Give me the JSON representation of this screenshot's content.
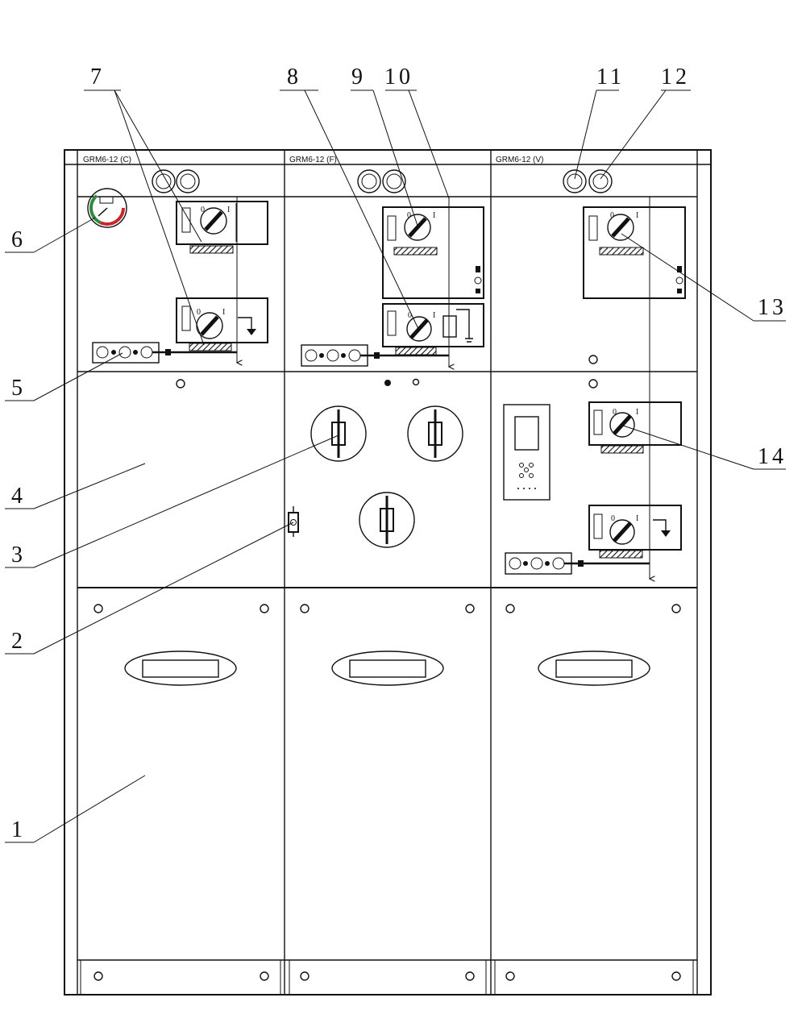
{
  "panels": [
    {
      "id": "c",
      "label": "GRM6-12 (C)"
    },
    {
      "id": "f",
      "label": "GRM6-12 (F)"
    },
    {
      "id": "v",
      "label": "GRM6-12 (V)"
    }
  ],
  "callouts": [
    {
      "id": "c1",
      "text": "1"
    },
    {
      "id": "c2",
      "text": "2"
    },
    {
      "id": "c3",
      "text": "3"
    },
    {
      "id": "c4",
      "text": "4"
    },
    {
      "id": "c5",
      "text": "5"
    },
    {
      "id": "c6",
      "text": "6"
    },
    {
      "id": "c7",
      "text": "7"
    },
    {
      "id": "c8",
      "text": "8"
    },
    {
      "id": "c9",
      "text": "9"
    },
    {
      "id": "c10",
      "text": "10"
    },
    {
      "id": "c11",
      "text": "11"
    },
    {
      "id": "c12",
      "text": "12"
    },
    {
      "id": "c13",
      "text": "13"
    },
    {
      "id": "c14",
      "text": "14"
    }
  ],
  "switch_marks": {
    "zero": "0",
    "one": "I"
  }
}
